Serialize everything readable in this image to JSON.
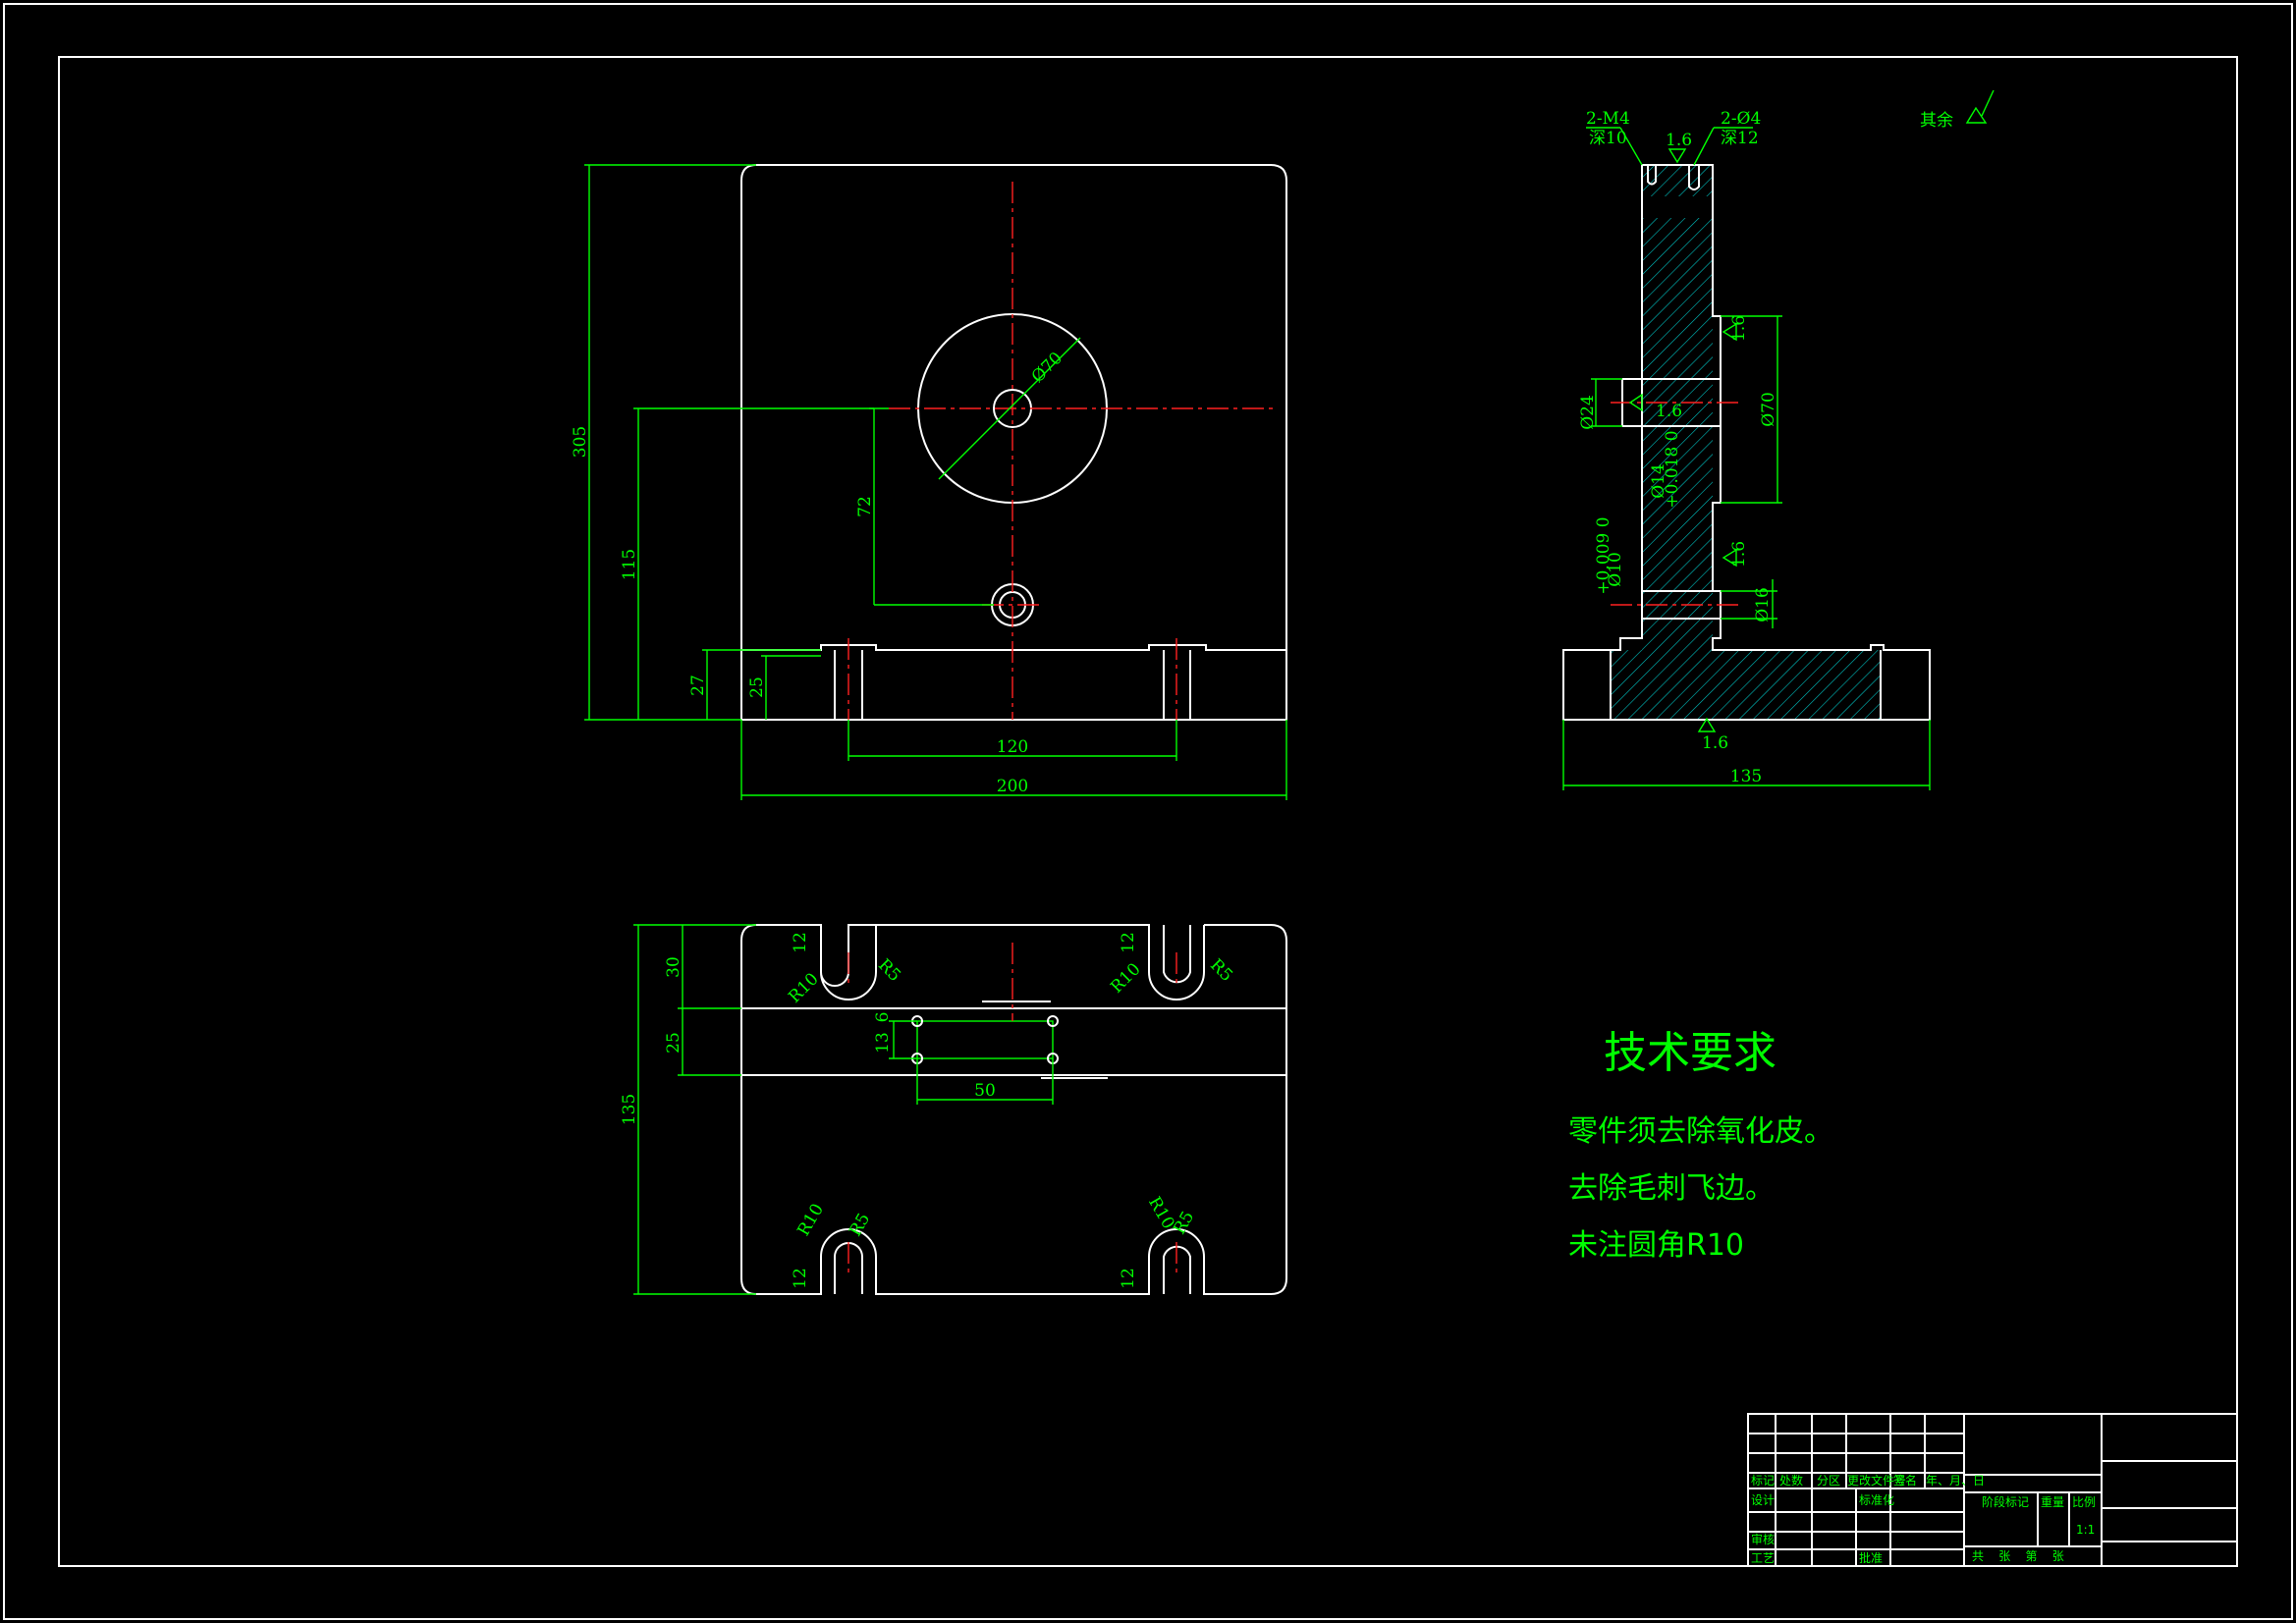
{
  "front_view": {
    "dims": {
      "height_total": "305",
      "center_height": "115",
      "base_27": "27",
      "base_25": "25",
      "hole_spacing_72": "72",
      "circle_dia": "Ø70",
      "slot_spacing": "120",
      "width": "200"
    }
  },
  "side_view": {
    "callouts": {
      "m4": "2-M4",
      "m4_depth": "深10",
      "d4": "2-Ø4",
      "d4_depth": "深12",
      "roughness": "1.6",
      "d24": "Ø24",
      "d14": "Ø14",
      "d14_tol": "+0.018  0",
      "d70": "Ø70",
      "d10": "Ø10",
      "d10_tol": "+0.009  0",
      "d16": "Ø16",
      "width": "135"
    },
    "surface_note": "其余"
  },
  "top_view": {
    "dims": {
      "slot_12": "12",
      "r10": "R10",
      "r5": "R5",
      "d30": "30",
      "d25": "25",
      "d13": "13",
      "d6": "6",
      "d50": "50",
      "d135": "135"
    }
  },
  "requirements": {
    "title": "技术要求",
    "items": [
      "零件须去除氧化皮。",
      "去除毛刺飞边。",
      "未注圆角R10"
    ]
  },
  "title_block": {
    "headers": [
      "标记",
      "处数",
      "分区",
      "更改文件号",
      "签名",
      "年、月、日"
    ],
    "rows": [
      "设计",
      "标准化",
      "审核",
      "工艺",
      "批准"
    ],
    "stage_mark": "阶段标记",
    "weight": "重量",
    "scale_label": "比例",
    "scale": "1:1",
    "sheets": "共    张    第    张"
  }
}
